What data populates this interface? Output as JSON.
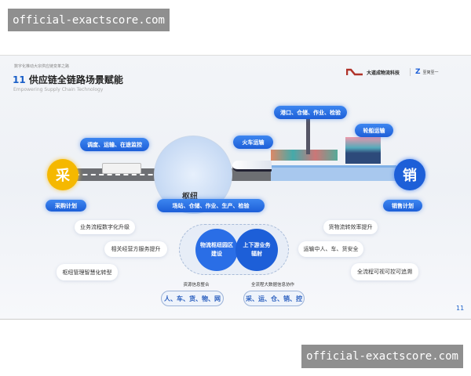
{
  "watermarks": {
    "top": "official-exactscore.com",
    "bottom": "official-exactscore.com"
  },
  "slide": {
    "kicker": "数字化推动大宗供应链变革之路",
    "number": "11",
    "title": "供应链全链路场景赋能",
    "subtitle": "Empowering Supply Chain Technology",
    "logos": {
      "primary": "大道成物流科技",
      "secondary": "至简至一"
    },
    "page_number": "11"
  },
  "flow": {
    "start": "采",
    "end": "销",
    "start_plan": "采购计划",
    "end_plan": "销售计划",
    "hub": "枢纽",
    "bubbles": {
      "road": "调度、运输、在途监控",
      "rail": "火车运输",
      "port": "港口、仓储、作业、检验",
      "ship": "轮船运输",
      "hub": "场站、仓储、作业、生产、检验"
    }
  },
  "benefits": {
    "left": [
      "业务流程数字化升级",
      "相关经营方服务提升",
      "枢纽管理智慧化转型"
    ],
    "right": [
      "货物流转效率提升",
      "运输中人、车、货安全",
      "全流程可视可控可追溯"
    ],
    "core": [
      "物流枢纽园区建设",
      "上下游业务辐射"
    ],
    "integration": [
      {
        "label": "资源信息整合",
        "value": "人、车、货、物、网"
      },
      {
        "label": "全流程大数据信息协作",
        "value": "采、运、仓、销、控"
      }
    ]
  },
  "colors": {
    "accent": "#1d5fd8",
    "start": "#f5b800",
    "title_number": "#1a5fc8"
  }
}
